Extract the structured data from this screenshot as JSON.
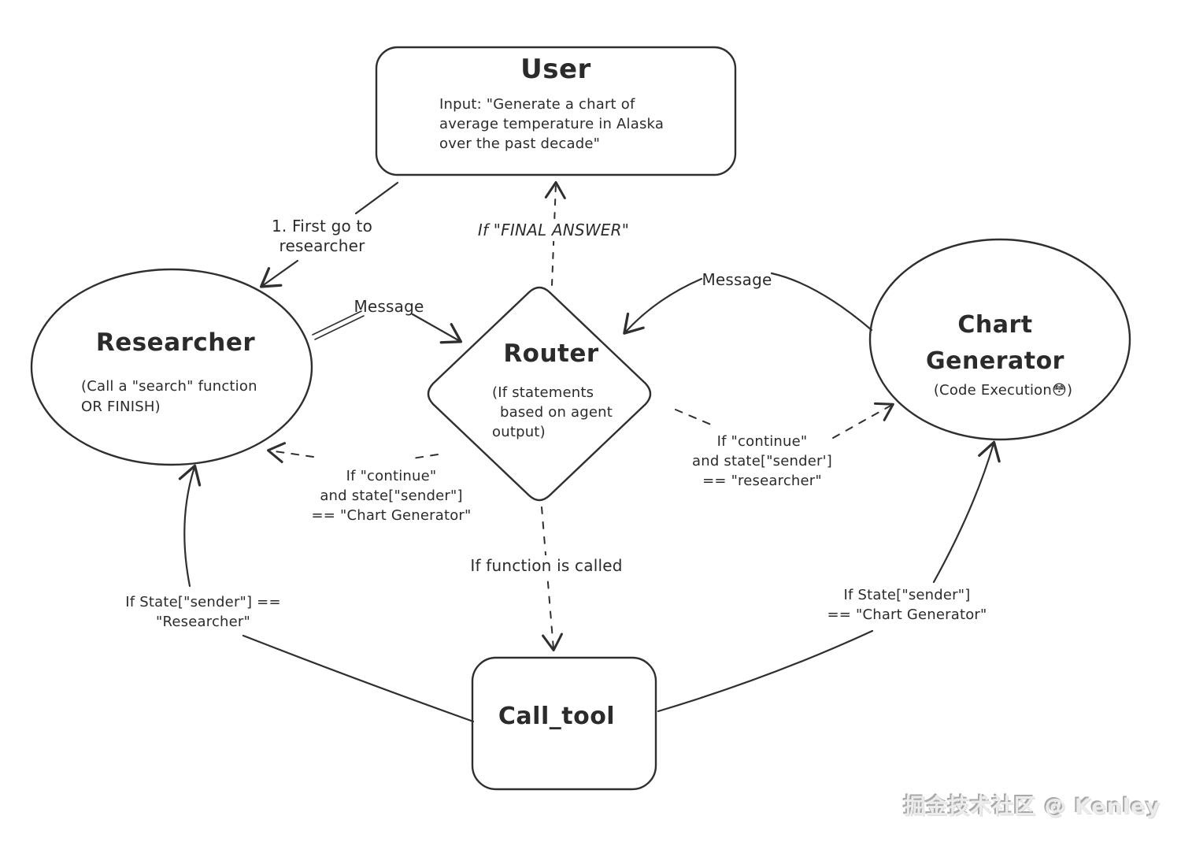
{
  "nodes": {
    "user": {
      "title": "User",
      "lines": [
        "Input: \"Generate a chart of",
        "average temperature in Alaska",
        "over the past decade\""
      ]
    },
    "researcher": {
      "title": "Researcher",
      "lines": [
        "(Call a \"search\" function",
        "OR FINISH)"
      ]
    },
    "router": {
      "title": "Router",
      "lines": [
        "(If statements",
        "based on agent",
        "output)"
      ]
    },
    "chart_generator": {
      "title_lines": [
        "Chart",
        "Generator"
      ],
      "subtitle": "(Code Execution😳)"
    },
    "call_tool": {
      "title": "Call_tool"
    }
  },
  "edges": {
    "user_to_researcher": {
      "lines": [
        "1. First go to",
        "researcher"
      ]
    },
    "router_to_user": {
      "label": "If \"FINAL ANSWER\""
    },
    "researcher_to_router": {
      "label": "Message"
    },
    "chartgen_to_router": {
      "label": "Message"
    },
    "router_to_chartgen": {
      "lines": [
        "If \"continue\"",
        "and state[\"sender']",
        "== \"researcher\""
      ]
    },
    "router_to_researcher": {
      "lines": [
        "If \"continue\"",
        "and state[\"sender\"]",
        "== \"Chart Generator\""
      ]
    },
    "router_to_calltool": {
      "label": "If function is called"
    },
    "calltool_to_researcher": {
      "lines": [
        "If State[\"sender\"] ==",
        "\"Researcher\""
      ]
    },
    "calltool_to_chartgen": {
      "lines": [
        "If State[\"sender\"]",
        "== \"Chart Generator\""
      ]
    }
  },
  "colors": {
    "ink": "#2f2f2f",
    "background": "#ffffff",
    "watermark": "#ececec"
  },
  "watermark": "掘金技术社区 @ Kenley"
}
